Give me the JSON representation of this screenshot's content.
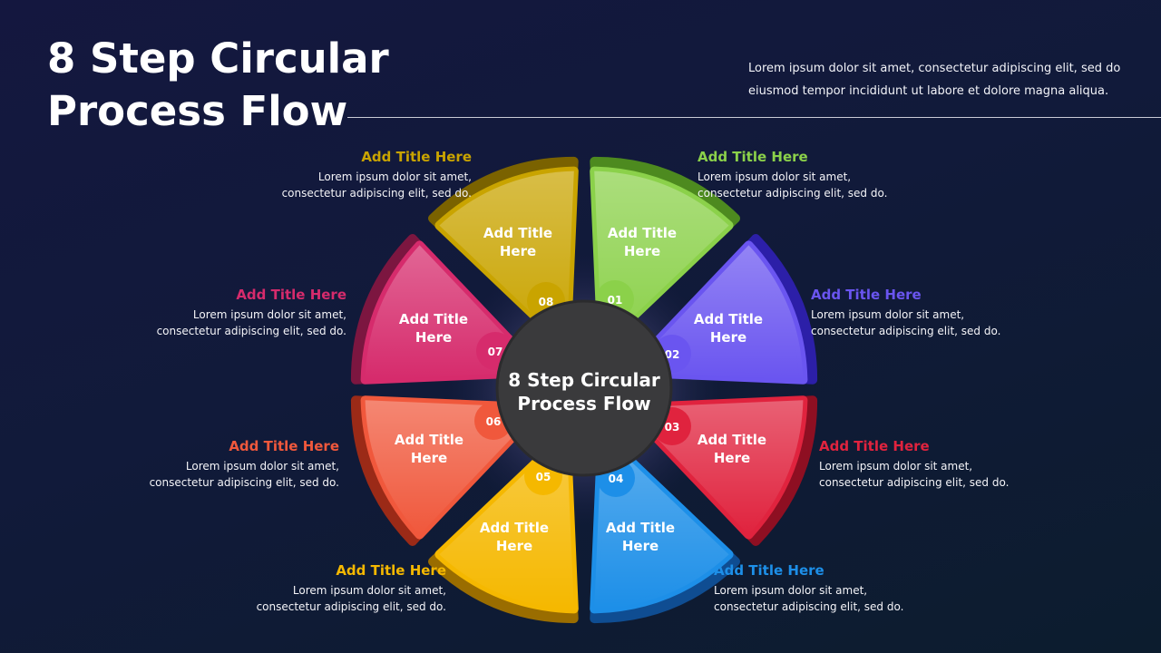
{
  "title": {
    "line1": "8 Step Circular",
    "line2": "Process Flow"
  },
  "intro_text": "Lorem ipsum dolor sit amet, consectetur adipiscing elit, sed do eiusmod tempor incididunt ut labore et dolore magna aliqua.",
  "center": {
    "line1": "8 Step Circular",
    "line2": "Process Flow"
  },
  "steps": [
    {
      "number": "01",
      "petal_line1": "Add Title",
      "petal_line2": "Here",
      "color": "#8bd14a",
      "dark": "#4d8a1f",
      "callout_title": "Add Title Here",
      "callout_line1": "Lorem ipsum dolor sit amet,",
      "callout_line2": "consectetur adipiscing elit, sed do."
    },
    {
      "number": "02",
      "petal_line1": "Add Title",
      "petal_line2": "Here",
      "color": "#6a55f0",
      "dark": "#2c1fa8",
      "callout_title": "Add Title Here",
      "callout_line1": "Lorem ipsum dolor sit amet,",
      "callout_line2": "consectetur adipiscing elit, sed do."
    },
    {
      "number": "03",
      "petal_line1": "Add Title",
      "petal_line2": "Here",
      "color": "#e0233e",
      "dark": "#8e0f22",
      "callout_title": "Add Title Here",
      "callout_line1": "Lorem ipsum dolor sit amet,",
      "callout_line2": "consectetur adipiscing elit, sed do."
    },
    {
      "number": "04",
      "petal_line1": "Add Title",
      "petal_line2": "Here",
      "color": "#1d8fe8",
      "dark": "#0f4d92",
      "callout_title": "Add Title Here",
      "callout_line1": "Lorem ipsum dolor sit amet,",
      "callout_line2": "consectetur adipiscing elit, sed do."
    },
    {
      "number": "05",
      "petal_line1": "Add Title",
      "petal_line2": "Here",
      "color": "#f5b800",
      "dark": "#9a6d00",
      "callout_title": "Add Title Here",
      "callout_line1": "Lorem ipsum dolor sit amet,",
      "callout_line2": "consectetur adipiscing elit, sed do."
    },
    {
      "number": "06",
      "petal_line1": "Add Title",
      "petal_line2": "Here",
      "color": "#f0583c",
      "dark": "#9b2a17",
      "callout_title": "Add Title Here",
      "callout_line1": "Lorem ipsum dolor sit amet,",
      "callout_line2": "consectetur adipiscing elit, sed do."
    },
    {
      "number": "07",
      "petal_line1": "Add Title",
      "petal_line2": "Here",
      "color": "#d62b6c",
      "dark": "#7c1640",
      "callout_title": "Add Title Here",
      "callout_line1": "Lorem ipsum dolor sit amet,",
      "callout_line2": "consectetur adipiscing elit, sed do."
    },
    {
      "number": "08",
      "petal_line1": "Add Title",
      "petal_line2": "Here",
      "color": "#c9a400",
      "dark": "#7a6200",
      "callout_title": "Add Title Here",
      "callout_line1": "Lorem ipsum dolor sit amet,",
      "callout_line2": "consectetur adipiscing elit, sed do."
    }
  ],
  "colors": {
    "background": "#14173f",
    "center_circle": "#3a3a3c",
    "text": "#ffffff"
  }
}
